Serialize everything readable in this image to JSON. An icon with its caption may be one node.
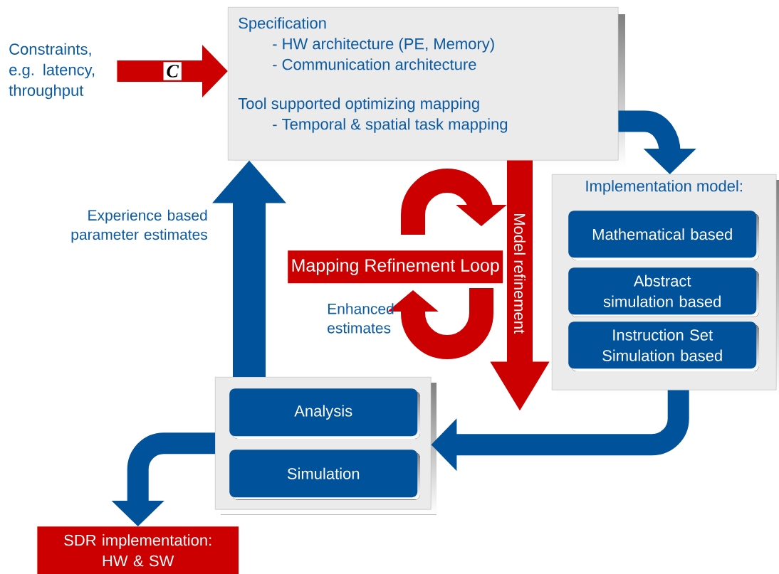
{
  "diagram": {
    "nodes": [
      {
        "text": [
          "Constraints, e.g. latency, throughput"
        ]
      },
      {
        "text": [
          "Specification",
          "- HW architecture (PE, Memory)",
          "- Communication architecture",
          "Tool supported optimizing mapping",
          "- Temporal & spatial task mapping"
        ]
      },
      {
        "text": [
          "Implementation model:"
        ]
      },
      {
        "text": [
          "Mathematical based"
        ],
        "in": 2
      },
      {
        "text": [
          "Abstract simulation based"
        ],
        "in": 2
      },
      {
        "text": [
          "Instruction Set Simulation based"
        ],
        "in": 2
      },
      {
        "text": [],
        "shape": "box"
      },
      {
        "text": [
          "Analysis"
        ],
        "in": 6
      },
      {
        "text": [
          "Simulation"
        ],
        "in": 6
      },
      {
        "text": [
          "SDR implementation: HW & SW"
        ]
      },
      {
        "text": [
          "Mapping Refinement Loop"
        ]
      }
    ],
    "edges": [
      {
        "from": 0,
        "to": 1,
        "arrow": "to",
        "color": "#cc0000",
        "label": "C"
      },
      {
        "from": 1,
        "to": 2,
        "arrow": "to"
      },
      {
        "from": 2,
        "to": 6,
        "arrow": "to"
      },
      {
        "from": 6,
        "to": 9,
        "arrow": "to"
      },
      {
        "from": 6,
        "to": 1,
        "arrow": "to"
      },
      {
        "from": 1,
        "to": null,
        "arrow": "to",
        "color": "#cc0000",
        "label": "Model refinement"
      }
    ],
    "labels": [
      "Experience based parameter estimates",
      "Enhanced estimates"
    ]
  }
}
